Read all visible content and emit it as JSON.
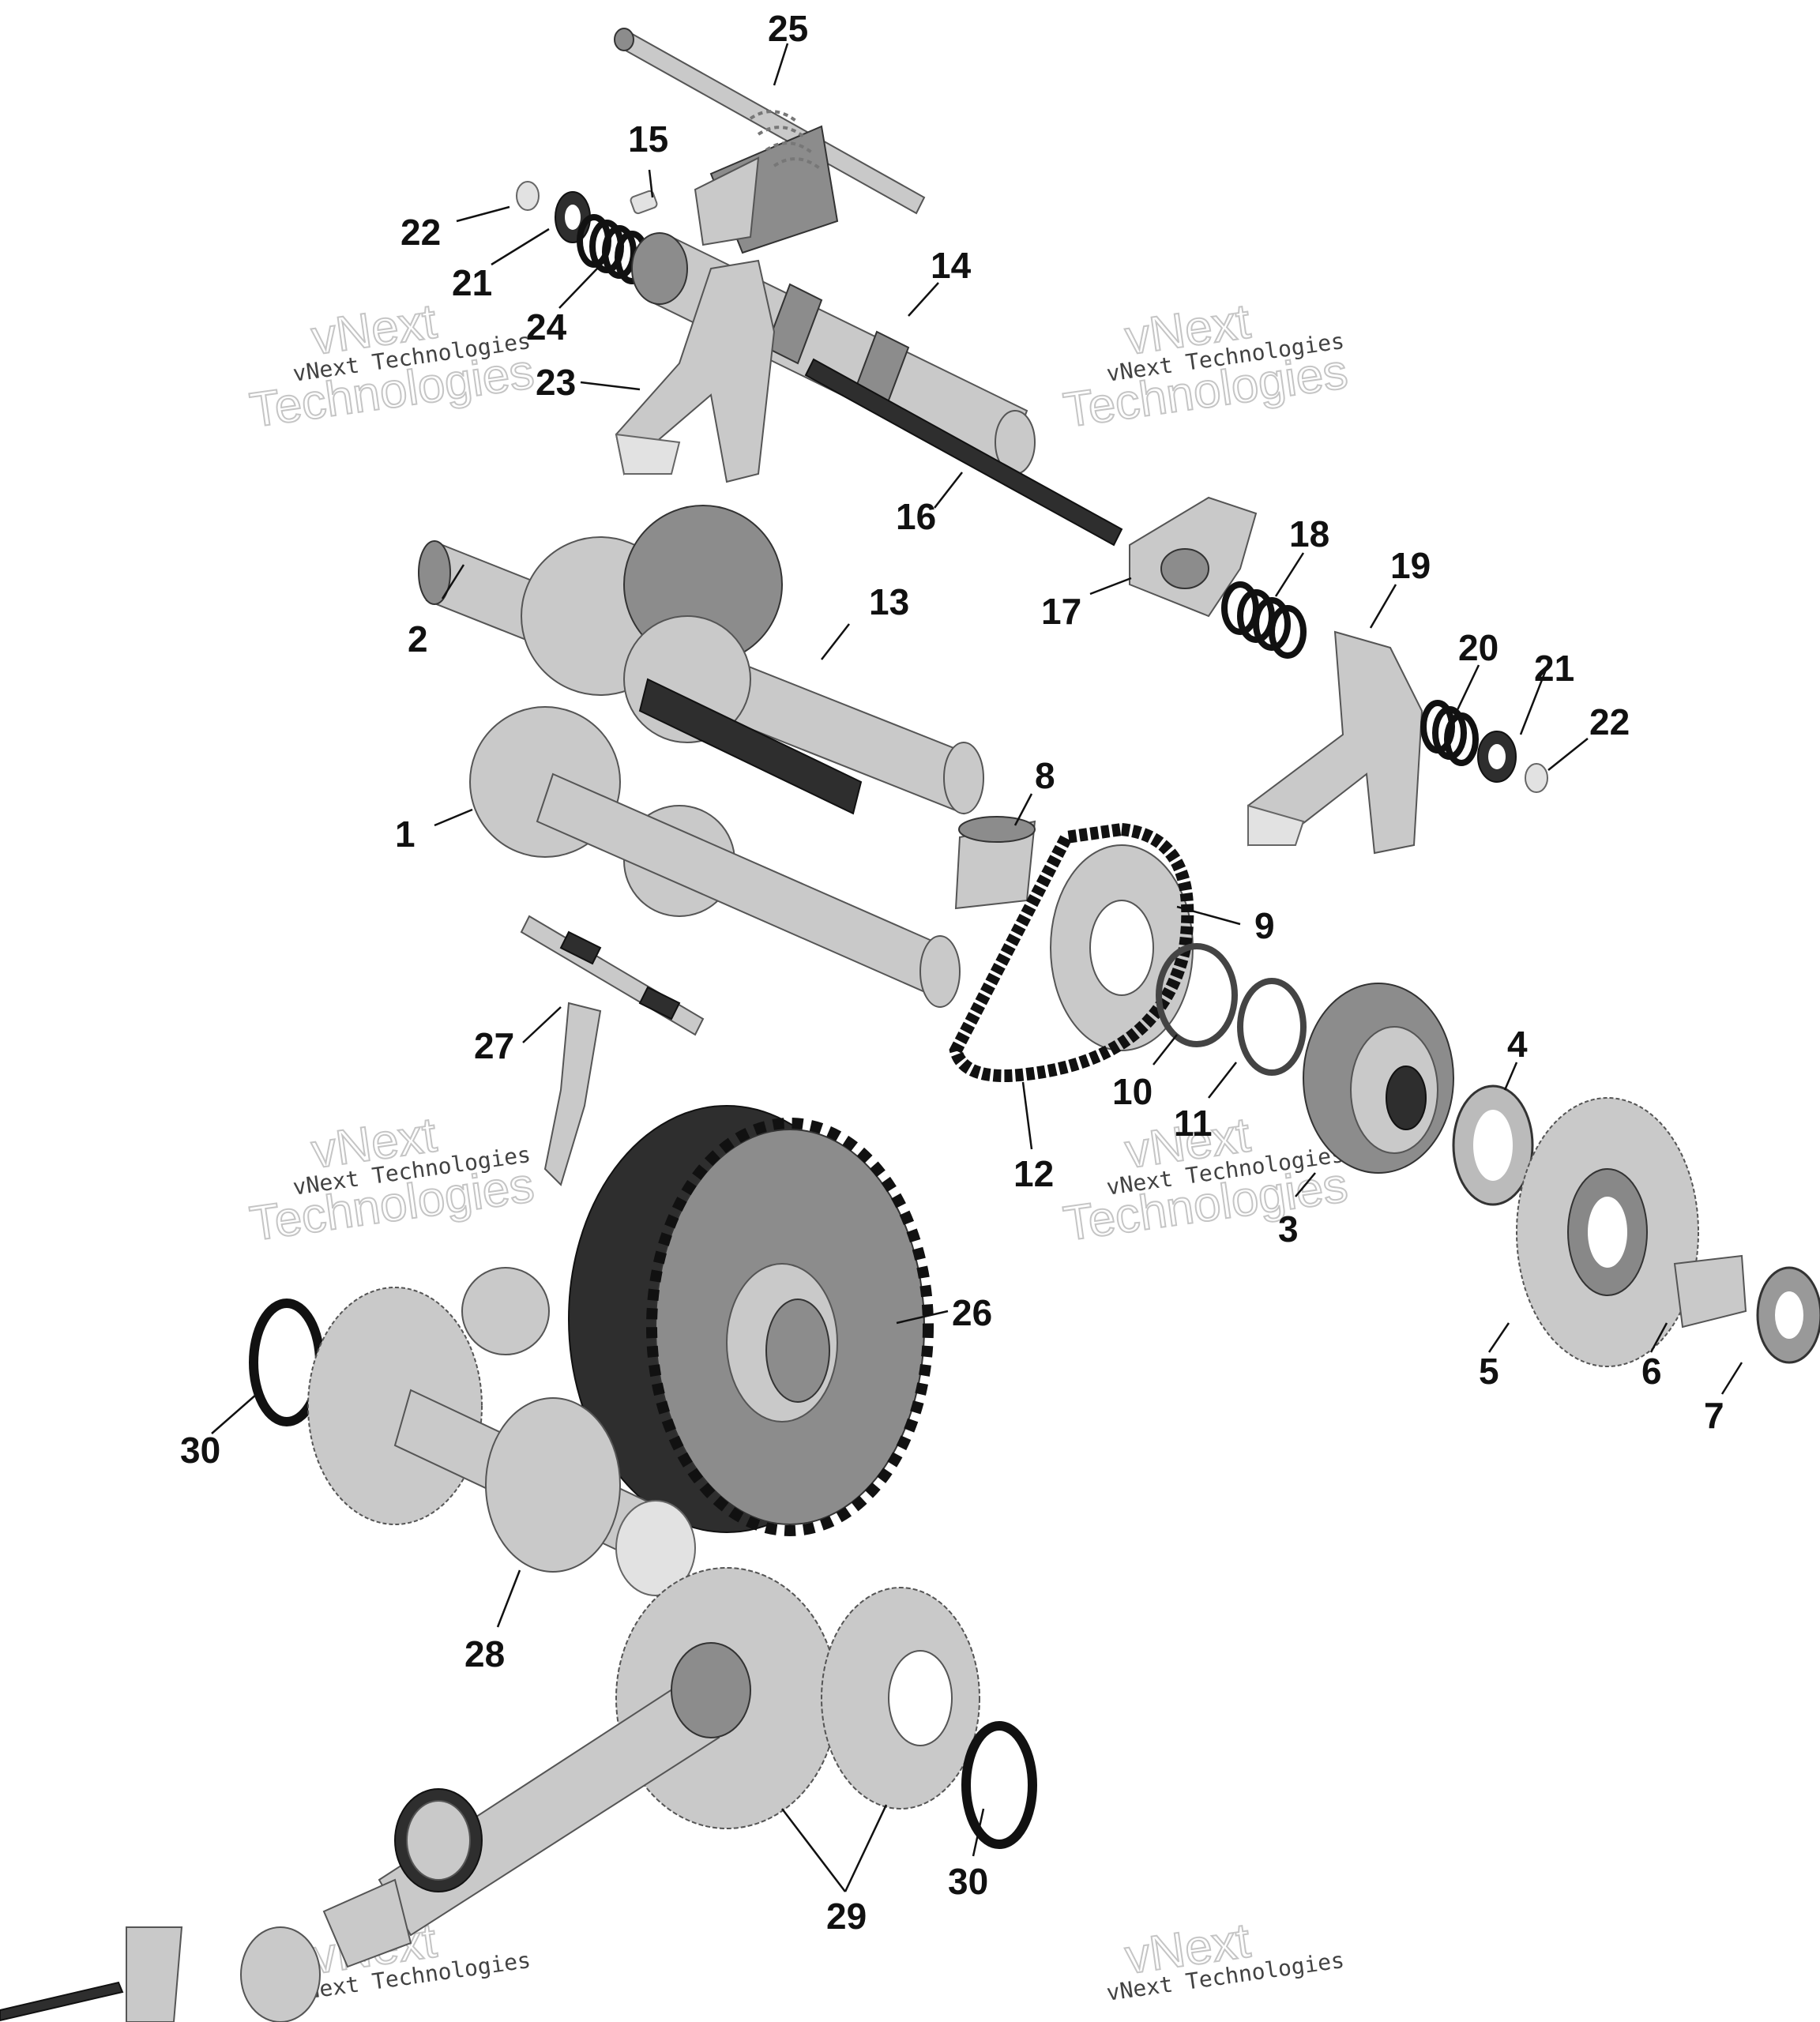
{
  "watermark": {
    "company": "vNext Technologies",
    "brand_top": "vNext",
    "brand_bottom": "Technologies"
  },
  "callouts": {
    "c1": "1",
    "c2": "2",
    "c3": "3",
    "c4": "4",
    "c5": "5",
    "c6": "6",
    "c7": "7",
    "c8": "8",
    "c9": "9",
    "c10": "10",
    "c11": "11",
    "c12": "12",
    "c13": "13",
    "c14": "14",
    "c15": "15",
    "c16": "16",
    "c17": "17",
    "c18": "18",
    "c19": "19",
    "c20": "20",
    "c21a": "21",
    "c21b": "21",
    "c22a": "22",
    "c22b": "22",
    "c23": "23",
    "c24": "24",
    "c25": "25",
    "c26": "26",
    "c27": "27",
    "c28": "28",
    "c29": "29",
    "c30a": "30",
    "c30b": "30"
  }
}
